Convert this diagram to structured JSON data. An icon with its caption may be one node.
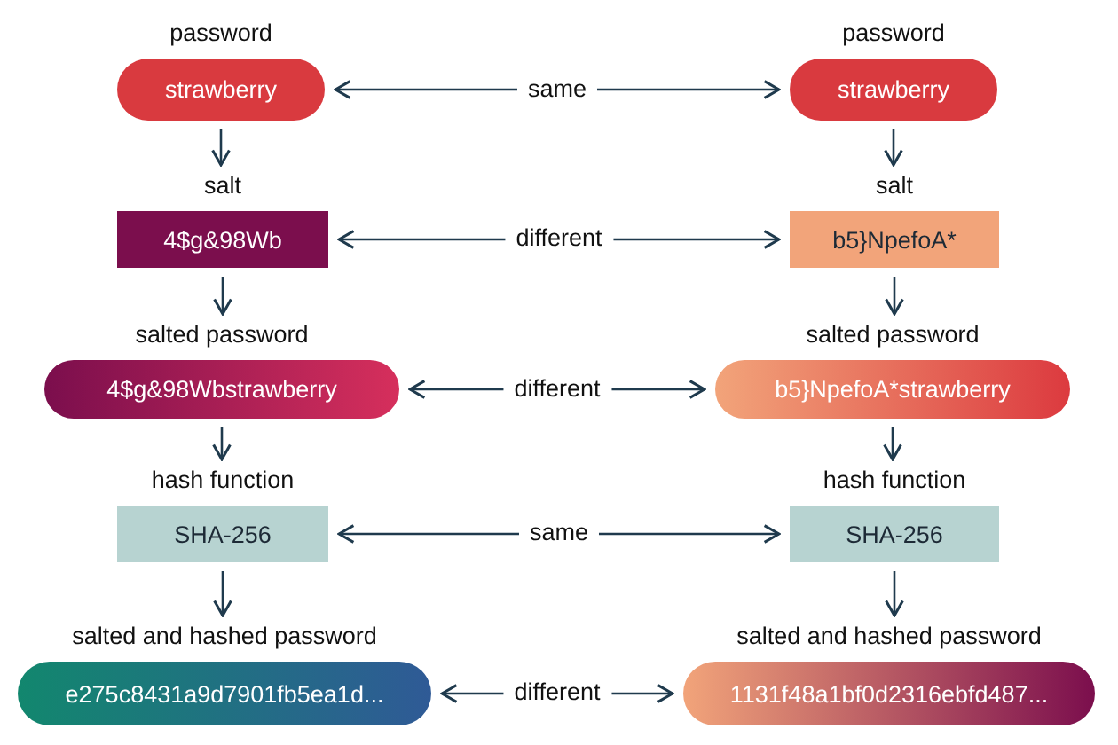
{
  "diagram": {
    "nodes": [
      {
        "text": [
          "password",
          "strawberry"
        ]
      },
      {
        "text": [
          "password",
          "strawberry"
        ]
      },
      {
        "text": [
          "salt",
          "4$g&98Wb"
        ]
      },
      {
        "text": [
          "salt",
          "b5}NpefoA*"
        ]
      },
      {
        "text": [
          "salted password",
          "4$g&98Wbstrawberry"
        ]
      },
      {
        "text": [
          "salted password",
          "b5}NpefoA*strawberry"
        ]
      },
      {
        "text": [
          "hash function",
          "SHA-256"
        ]
      },
      {
        "text": [
          "hash function",
          "SHA-256"
        ]
      },
      {
        "text": [
          "salted and hashed password",
          "e275c8431a9d7901fb5ea1d..."
        ]
      },
      {
        "text": [
          "salted and hashed password",
          "1131f48a1bf0d2316ebfd487..."
        ]
      }
    ],
    "edges": [
      {
        "from": 0,
        "to": 1,
        "arrow": "both",
        "label": "same"
      },
      {
        "from": 0,
        "to": 2,
        "arrow": "to"
      },
      {
        "from": 1,
        "to": 3,
        "arrow": "to"
      },
      {
        "from": 2,
        "to": 3,
        "arrow": "both",
        "label": "different"
      },
      {
        "from": 2,
        "to": 4,
        "arrow": "to"
      },
      {
        "from": 3,
        "to": 5,
        "arrow": "to"
      },
      {
        "from": 4,
        "to": 5,
        "arrow": "both",
        "label": "different"
      },
      {
        "from": 4,
        "to": 6,
        "arrow": "to"
      },
      {
        "from": 5,
        "to": 7,
        "arrow": "to"
      },
      {
        "from": 6,
        "to": 7,
        "arrow": "both",
        "label": "same"
      },
      {
        "from": 6,
        "to": 8,
        "arrow": "to"
      },
      {
        "from": 7,
        "to": 9,
        "arrow": "to"
      },
      {
        "from": 8,
        "to": 9,
        "arrow": "both",
        "label": "different"
      }
    ]
  }
}
